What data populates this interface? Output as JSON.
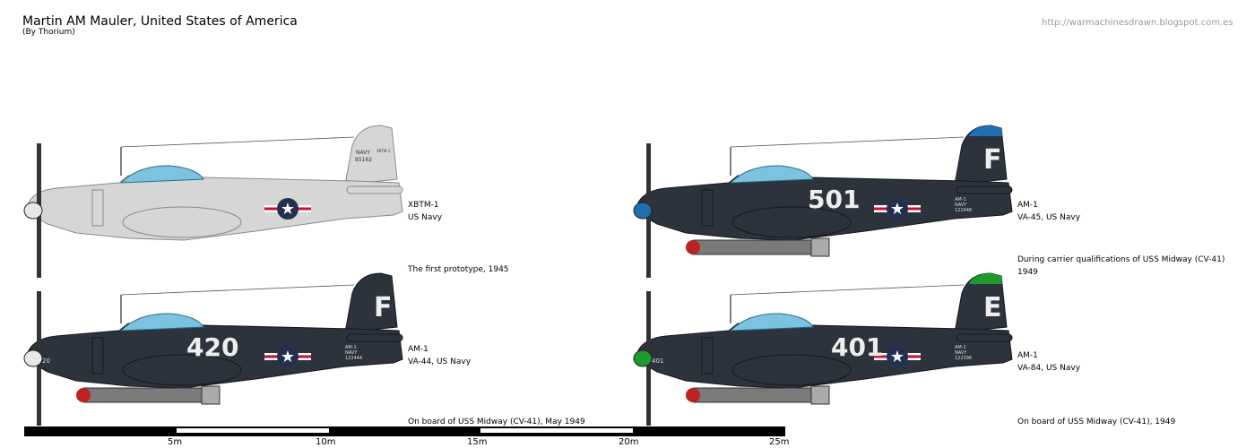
{
  "header": {
    "title": "Martin AM Mauler, United States of America",
    "author": "(By Thorium)",
    "url": "http://warmachinesdrawn.blogspot.com.es"
  },
  "colors": {
    "dark_sea_blue": "#2c333c",
    "prototype_gray": "#d6d6d6",
    "canopy": "#7cc3df",
    "spinner_va45": "#1f6fb3",
    "spinner_va84": "#1e9a2e",
    "roundel_blue": "#23304f"
  },
  "aircraft": [
    {
      "model": "XBTM-1",
      "unit": "US Navy",
      "description": "The first prototype, 1945",
      "tail_code": "",
      "side_number": "",
      "tail_text": "NAVY",
      "serial": "85162",
      "tail_model": "XBTM-1"
    },
    {
      "model": "AM-1",
      "unit": "VA-45, US Navy",
      "description": "During carrier qualifications of USS Midway (CV-41)",
      "description_year": "1949",
      "tail_code": "F",
      "side_number": "501",
      "stencil": [
        "AM-1",
        "NAVY",
        "122448"
      ]
    },
    {
      "model": "AM-1",
      "unit": "VA-44, US Navy",
      "description": "On board of USS Midway (CV-41), May 1949",
      "tail_code": "F",
      "side_number": "420",
      "nose_number": "20",
      "stencil": [
        "AM-1",
        "NAVY",
        "122444"
      ]
    },
    {
      "model": "AM-1",
      "unit": "VA-84, US Navy",
      "description": "On board of USS Midway (CV-41), 1949",
      "tail_code": "E",
      "side_number": "401",
      "nose_number": "401",
      "stencil": [
        "AM-1",
        "NAVY",
        "122398"
      ]
    }
  ],
  "scale_bar": {
    "labels": [
      "5m",
      "10m",
      "15m",
      "20m",
      "25m"
    ]
  }
}
